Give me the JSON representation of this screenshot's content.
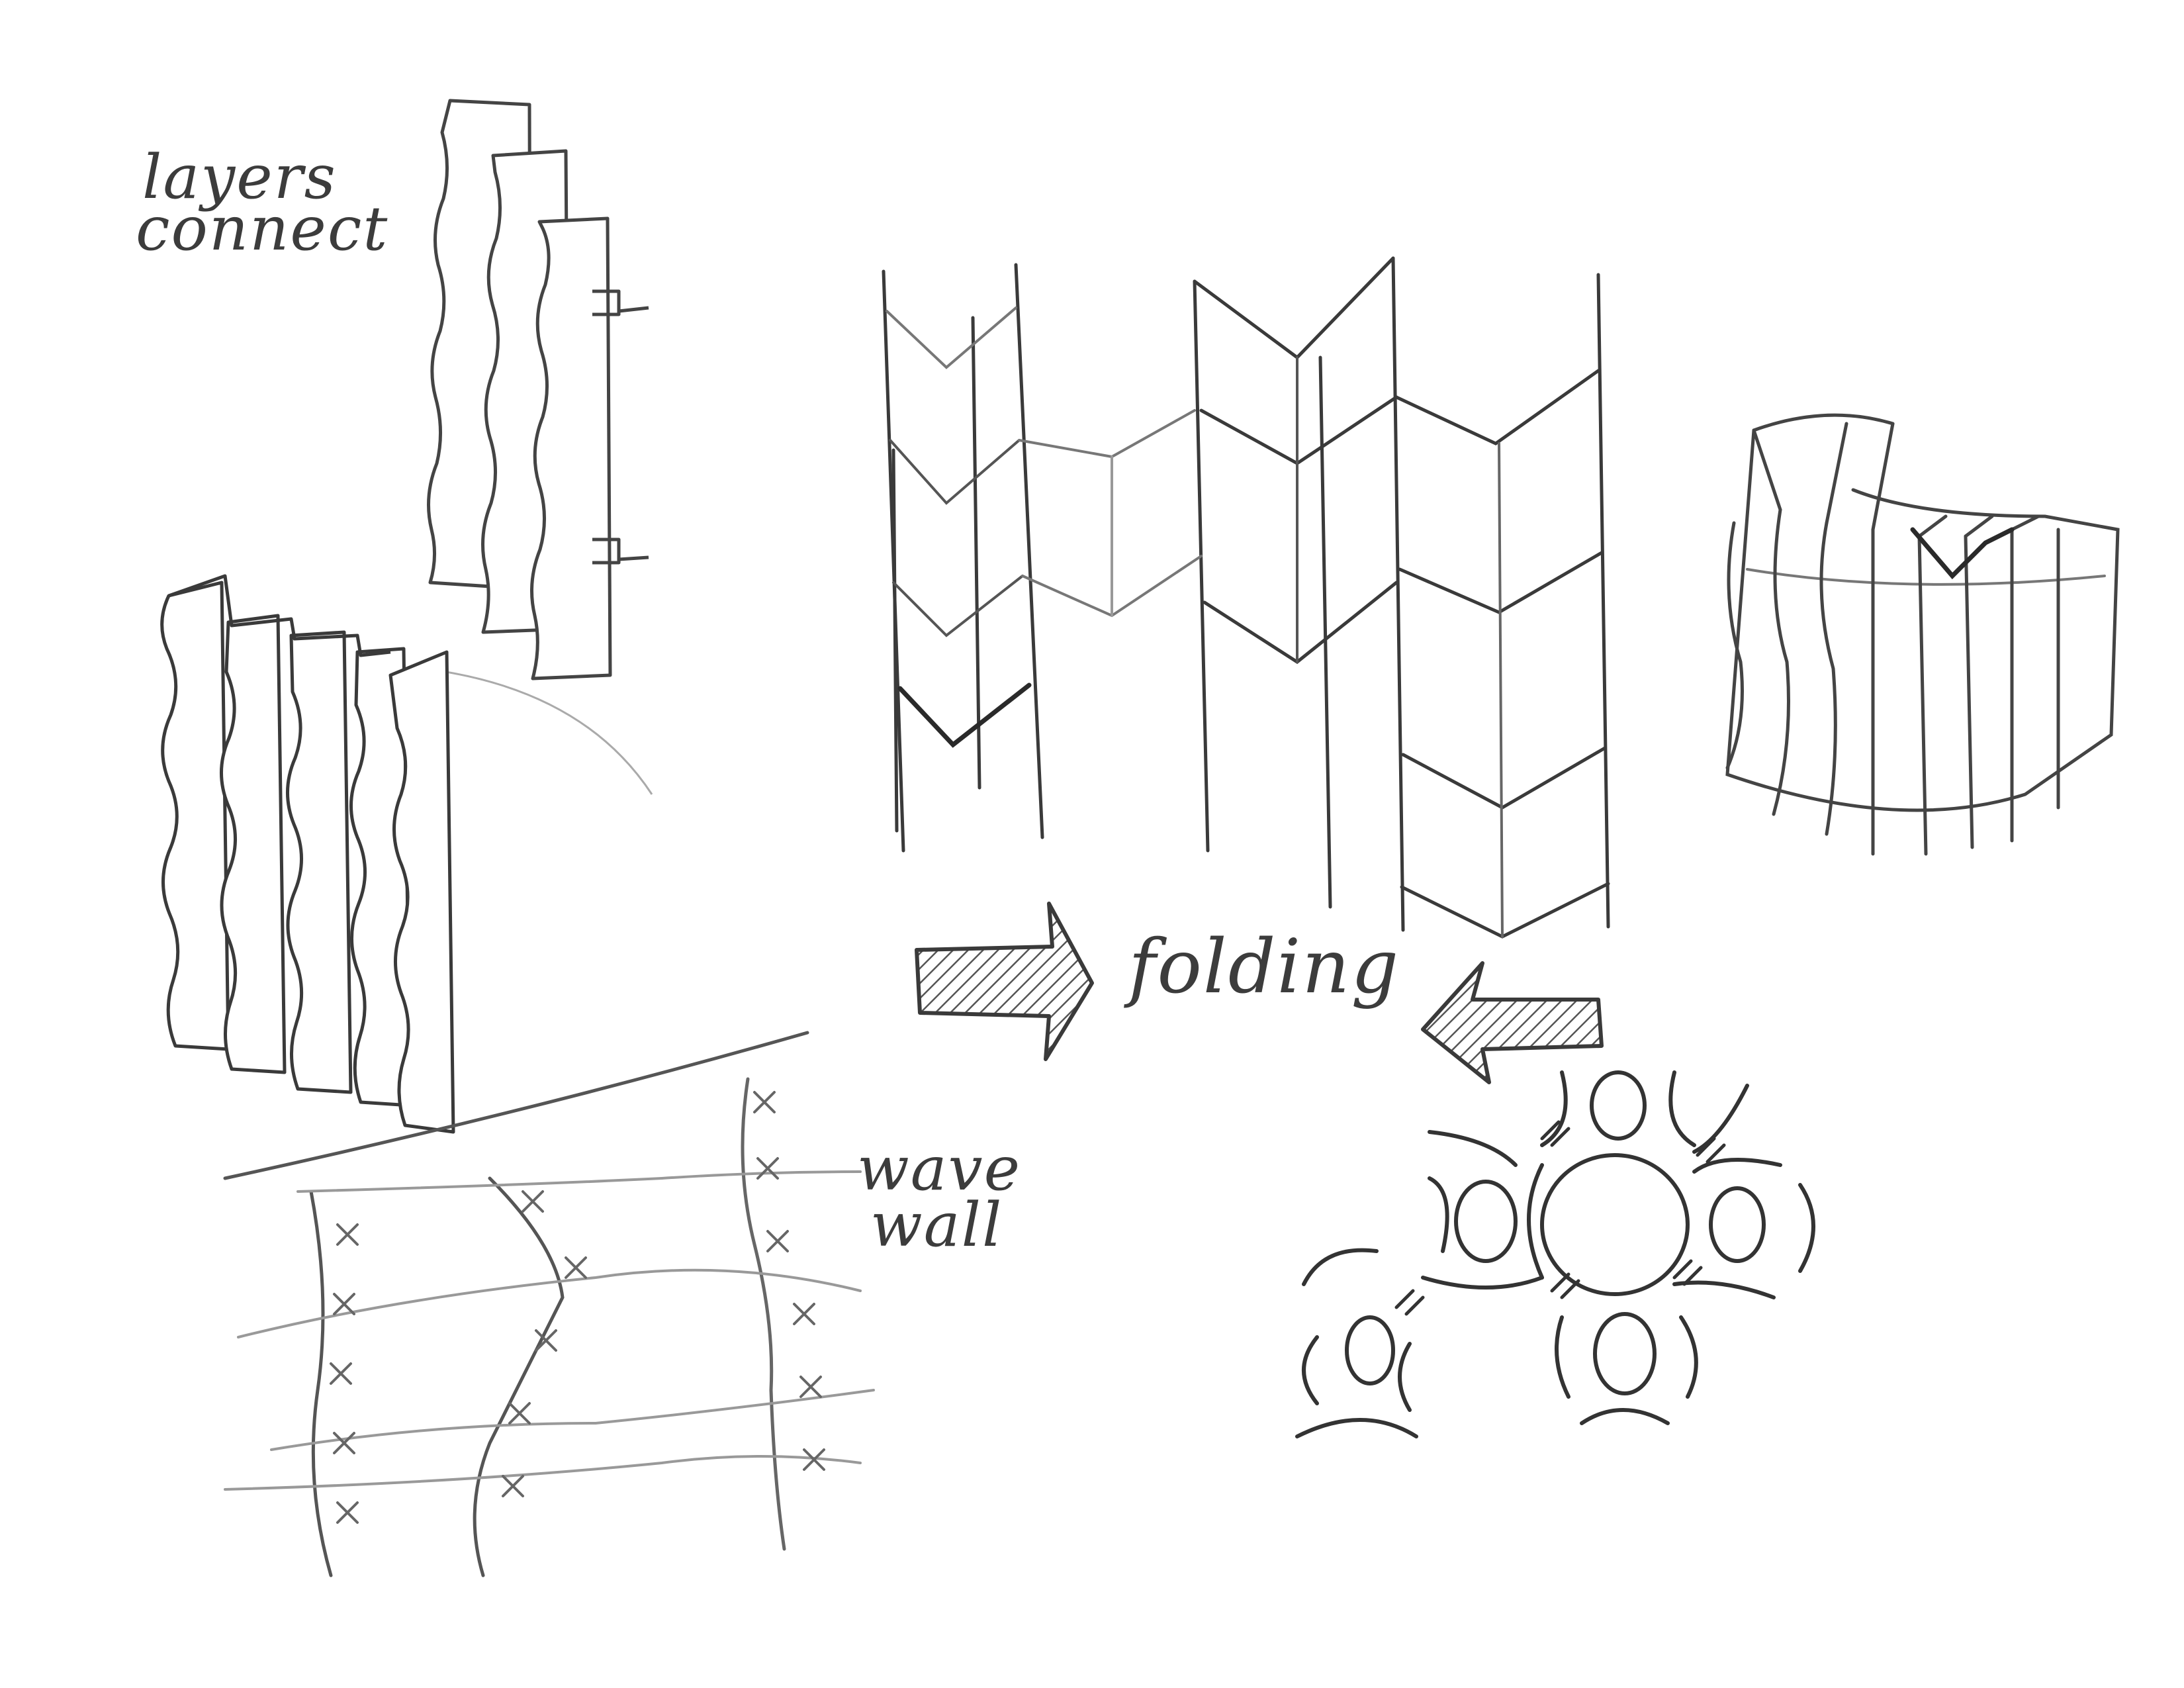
{
  "annotations": {
    "layers": "layers",
    "connect": "connect",
    "folding": "folding",
    "wave": "wave",
    "wall": "wall"
  },
  "colors": {
    "paper": "#ffffff",
    "graphite_dark": "#333333",
    "graphite_mid": "#555555",
    "graphite_light": "#9a9a9a"
  }
}
